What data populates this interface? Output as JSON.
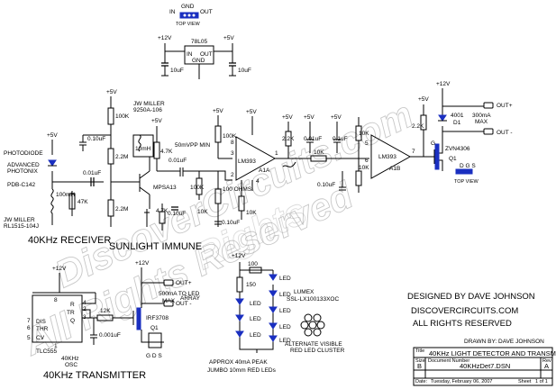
{
  "watermark": {
    "line1": "DiscoverCircuits.com",
    "line2": "All Rights Reserved",
    "line3": "Rights"
  },
  "headings": {
    "receiver": "40KHz RECEIVER",
    "sunlight": "SUNLIGHT IMMUNE",
    "transmitter": "40KHz TRANSMITTER"
  },
  "credits": {
    "designed_by": "DESIGNED BY DAVE JOHNSON",
    "site": "DISCOVERCIRCUITS.COM",
    "rights": "ALL RIGHTS RESERVED",
    "drawn_by": "DRAWN BY: DAVE JOHNSON"
  },
  "title_block": {
    "title_label": "Title",
    "title": "40KHz LIGHT DETECTOR AND TRANSMITTER",
    "size_label": "Size",
    "size": "B",
    "doc_label": "Document Number",
    "doc": "40KHzDet7.DSN",
    "rev_label": "Rev",
    "rev": "A",
    "date_label": "Date:",
    "date": "Tuesday, February 06, 2007",
    "sheet_label": "Sheet",
    "sheet": "1 of 1"
  },
  "regulator": {
    "pins_gnd": "GND",
    "pins_in": "IN",
    "pins_out": "OUT",
    "top_view": "TOP VIEW",
    "part": "78L05",
    "in": "IN",
    "out": "OUT",
    "gnd": "GND",
    "vin": "+12V",
    "vout": "+5V",
    "cap_in": "10uF",
    "cap_out": "10uF"
  },
  "receiver": {
    "vcc1": "+5V",
    "photodiode_lines": [
      "PHOTODIODE",
      "ADVANCED",
      "PHOTONIX",
      "PDB-C142"
    ],
    "cap_in": "0.01uF",
    "inductor": "100mH",
    "inductor_part": [
      "JW MILLER",
      "RL1515-104J"
    ],
    "r_47k": "47K",
    "vcc2": "+5V",
    "r_100k": "100K",
    "cap_010": "0.10uF",
    "r_22m_a": "2.2M",
    "r_22m_b": "2.2M",
    "transformer_part": [
      "JW MILLER",
      "9250A-106"
    ],
    "vcc3": "+5V",
    "coil": "10mH",
    "r_47k2": "4.7K",
    "transistor": "MPSA13",
    "r_47k3": "4.7K",
    "cap_001b": "0.01uF",
    "cap_010b": "0.10uF",
    "signal": "50mVPP MIN",
    "vcc4": "+5V",
    "r_100k2": "100K",
    "r_100ohm": "100 OHMS",
    "r_10k1": "10K",
    "r_10k2": "10K",
    "cap_010c": "0.10uF"
  },
  "comparator_a": {
    "vcc": "+5V",
    "part": "LM393",
    "unit": "A1A",
    "pin8": "8",
    "pin3": "3",
    "pin2": "2",
    "pin1": "1",
    "pin4": "4"
  },
  "comparator_b": {
    "vcc_a": "+5V",
    "vcc_b": "+5V",
    "vcc_c": "+5V",
    "r_22k": "2.2K",
    "cap_001": "0.01uF",
    "cap_01": "0.1uF",
    "r_10k_series": "10K",
    "r_10k_a": "10K",
    "r_10k_b": "10K",
    "r_10k_c": "10K",
    "cap_010": "0.10uF",
    "part": "LM393",
    "unit": "A1B",
    "pin5": "5",
    "pin6": "6",
    "pin7": "7",
    "vcc_out": "+5V",
    "r_22k_out": "2.2K"
  },
  "output": {
    "vcc": "+12V",
    "out_plus": "OUT+",
    "out_minus": "OUT -",
    "diode_part": "4001",
    "diode_ref": "D1",
    "current": [
      "300mA",
      "MAX"
    ],
    "mosfet": "ZVN4306",
    "mosfet_ref": "Q1",
    "pins_d": "D",
    "pins_g": "G",
    "pins_s": "S",
    "package": "D G S",
    "top_view": "TOP VIEW"
  },
  "transmitter": {
    "vcc": "+12V",
    "chip": "TLC555",
    "pins": [
      "DIS",
      "THR",
      "TR",
      "CV",
      "Q",
      "R"
    ],
    "pin_nums": [
      "7",
      "6",
      "2",
      "5",
      "3",
      "4",
      "8",
      "1"
    ],
    "osc": [
      "40KHz",
      "OSC"
    ],
    "r_12k": "12K",
    "cap_0001": "0.001uF",
    "vcc_out": "+12V",
    "out_plus": "OUT+",
    "out_minus": "OUT -",
    "current": [
      "500mA TO LED",
      "MAX",
      "ARRAY"
    ],
    "mosfet": "IRF3708",
    "mosfet_ref": "Q1",
    "package": "G D S"
  },
  "led_array": {
    "vcc": "+12V",
    "r_100": "100",
    "r_150": "150",
    "led_label": "LED",
    "part": [
      "LUMEX",
      "SSL-LX100133XOC"
    ],
    "cluster": [
      "ALTERNATE VISIBLE",
      "RED LED CLUSTER"
    ],
    "footer": [
      "APPROX 40mA PEAK",
      "JUMBO 10mm RED LEDs"
    ]
  }
}
